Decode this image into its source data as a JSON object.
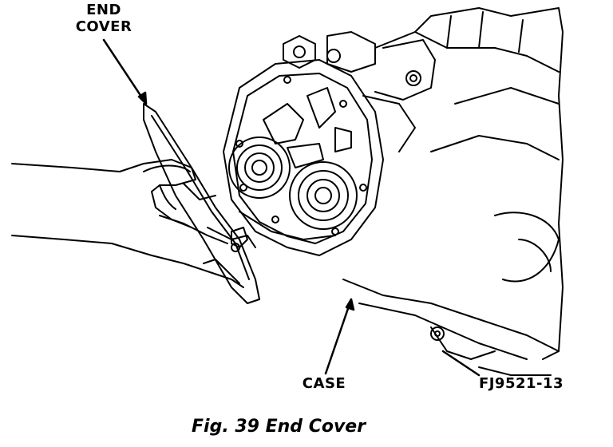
{
  "labels": {
    "end_cover_line1": "END",
    "end_cover_line2": "COVER",
    "case": "CASE",
    "figure_code": "FJ9521-13"
  },
  "caption": "Fig. 39 End Cover",
  "colors": {
    "ink": "#000000",
    "paper": "#ffffff"
  }
}
